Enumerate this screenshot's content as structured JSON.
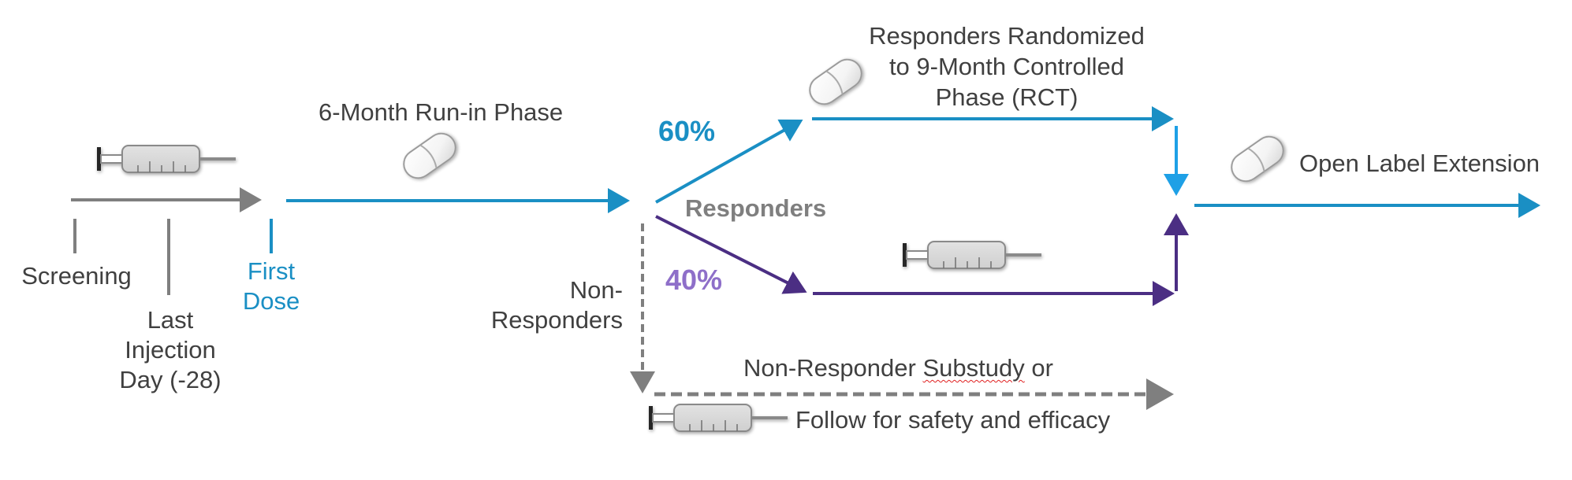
{
  "colors": {
    "blue": "#1a8fc4",
    "light_blue": "#1ea0e6",
    "purple": "#4b2e83",
    "purple_label": "#8e6fc9",
    "gray": "#7f7f7f",
    "text": "#404040"
  },
  "timeline": {
    "screening": "Screening",
    "last_injection": [
      "Last",
      "Injection",
      "Day (-28)"
    ],
    "first_dose": [
      "First",
      "Dose"
    ]
  },
  "phases": {
    "run_in": "6-Month Run-in Phase",
    "rct": [
      "Responders Randomized",
      "to 9-Month Controlled",
      "Phase (RCT)"
    ],
    "ole": "Open Label Extension"
  },
  "branches": {
    "responders_pct": "60%",
    "responders_label": "Responders",
    "injection_pct": "40%",
    "non_responders": [
      "Non-",
      "Responders"
    ]
  },
  "non_responder_path": {
    "line1_prefix": "Non-Responder ",
    "line1_flagged_word": "Substudy",
    "line1_suffix": " or",
    "line2": "Follow for safety and efficacy"
  },
  "icons": {
    "syringe": "syringe-icon",
    "pill": "pill-capsule-icon"
  }
}
